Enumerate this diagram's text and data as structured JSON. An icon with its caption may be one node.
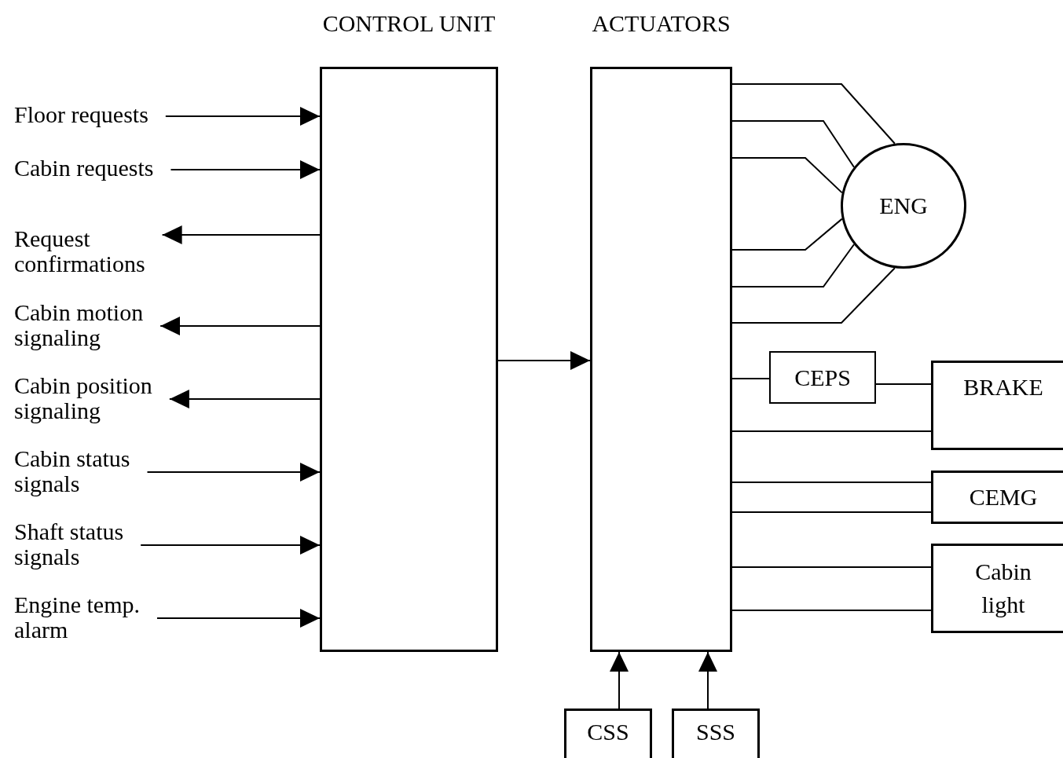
{
  "diagram": {
    "nodes": [
      {
        "text": [
          "CONTROL UNIT"
        ]
      },
      {
        "text": [
          "ACTUATORS"
        ]
      },
      {
        "text": [
          "Floor requests"
        ]
      },
      {
        "text": [
          "Cabin requests"
        ]
      },
      {
        "text": [
          "Request confirmations"
        ]
      },
      {
        "text": [
          "Cabin motion signaling"
        ]
      },
      {
        "text": [
          "Cabin position signaling"
        ]
      },
      {
        "text": [
          "Cabin status signals"
        ]
      },
      {
        "text": [
          "Shaft status signals"
        ]
      },
      {
        "text": [
          "Engine temp. alarm"
        ]
      },
      {
        "text": [
          "ENG"
        ]
      },
      {
        "text": [
          "CEPS"
        ]
      },
      {
        "text": [
          "BRAKE"
        ]
      },
      {
        "text": [
          "CEMG"
        ]
      },
      {
        "text": [
          "Cabin light"
        ]
      },
      {
        "text": [
          "CSS"
        ]
      },
      {
        "text": [
          "SSS"
        ]
      }
    ],
    "edges": [
      {
        "from": 2,
        "to": 0,
        "arrow": "to"
      },
      {
        "from": 3,
        "to": 0,
        "arrow": "to"
      },
      {
        "from": 0,
        "to": 4,
        "arrow": "to"
      },
      {
        "from": 0,
        "to": 5,
        "arrow": "to"
      },
      {
        "from": 0,
        "to": 6,
        "arrow": "to"
      },
      {
        "from": 7,
        "to": 0,
        "arrow": "to"
      },
      {
        "from": 8,
        "to": 0,
        "arrow": "to"
      },
      {
        "from": 9,
        "to": 0,
        "arrow": "to"
      },
      {
        "from": 0,
        "to": 1,
        "arrow": "to"
      },
      {
        "from": 1,
        "to": 10,
        "arrow": "none"
      },
      {
        "from": 1,
        "to": 10,
        "arrow": "none"
      },
      {
        "from": 1,
        "to": 10,
        "arrow": "none"
      },
      {
        "from": 1,
        "to": 10,
        "arrow": "none"
      },
      {
        "from": 1,
        "to": 10,
        "arrow": "none"
      },
      {
        "from": 1,
        "to": 10,
        "arrow": "none"
      },
      {
        "from": 1,
        "to": 11,
        "arrow": "none"
      },
      {
        "from": 11,
        "to": 12,
        "arrow": "none"
      },
      {
        "from": 1,
        "to": 12,
        "arrow": "none"
      },
      {
        "from": 1,
        "to": 13,
        "arrow": "none"
      },
      {
        "from": 1,
        "to": 13,
        "arrow": "none"
      },
      {
        "from": 1,
        "to": 14,
        "arrow": "none"
      },
      {
        "from": 1,
        "to": 14,
        "arrow": "none"
      },
      {
        "from": 15,
        "to": 1,
        "arrow": "to"
      },
      {
        "from": 16,
        "to": 1,
        "arrow": "to"
      }
    ]
  }
}
